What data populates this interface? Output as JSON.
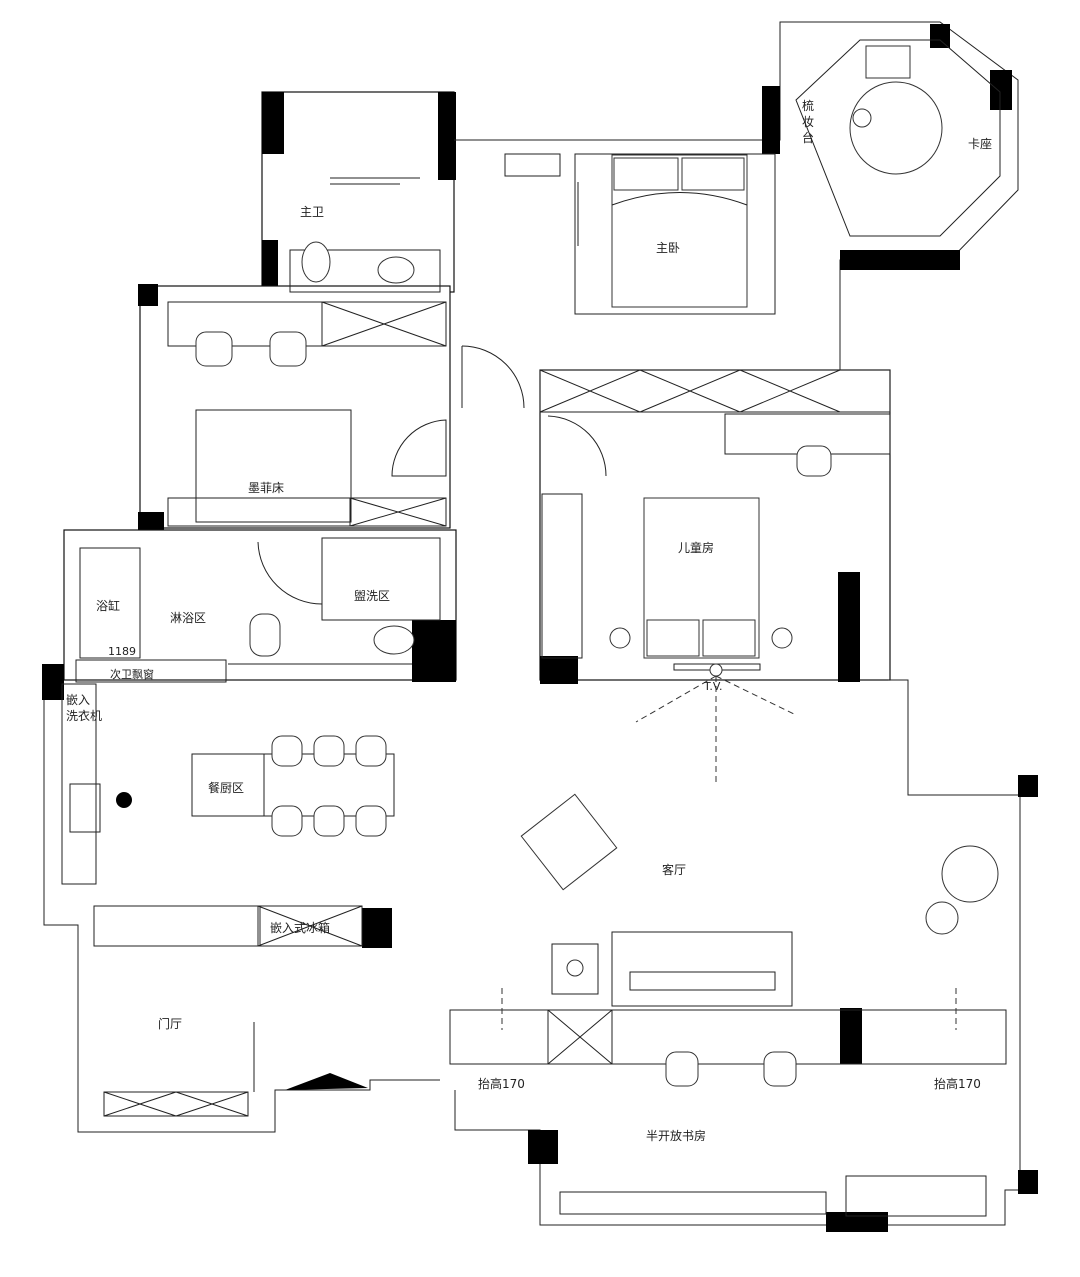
{
  "rooms": {
    "master_bath": "主卫",
    "master_bedroom": "主卧",
    "dresser": "梳妆台",
    "booth": "卡座",
    "murphy_bed": "墨菲床",
    "bathtub": "浴缸",
    "shower_area": "淋浴区",
    "washing_area": "盥洗区",
    "second_bath_window": "次卫飘窗",
    "tub_length": "1189",
    "children_room": "儿童房",
    "tv": "T.V.",
    "embedded_washer_line1": "嵌入",
    "embedded_washer_line2": "洗衣机",
    "dining_kitchen": "餐厨区",
    "living_room": "客厅",
    "embedded_fridge": "嵌入式冰箱",
    "entrance": "门厅",
    "raised_left": "抬高170",
    "raised_right": "抬高170",
    "study": "半开放书房"
  }
}
